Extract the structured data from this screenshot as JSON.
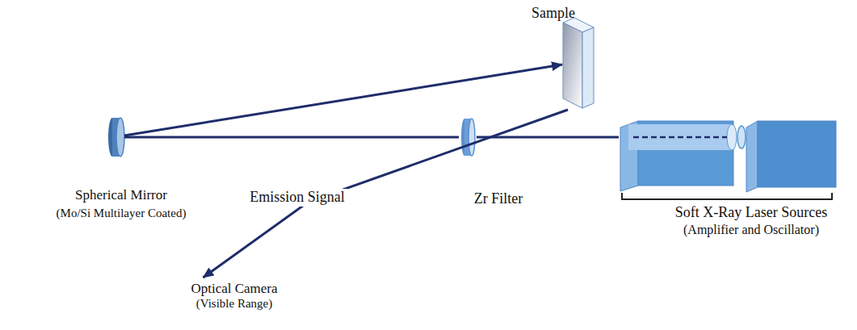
{
  "diagram": {
    "nodes": [
      {
        "text": [
          "Sample"
        ]
      },
      {
        "text": [
          "Spherical Mirror",
          "(Mo/Si Multilayer Coated)"
        ]
      },
      {
        "text": [
          "Zr Filter"
        ]
      },
      {
        "text": [
          "Soft X-Ray Laser Sources",
          "(Amplifier and Oscillator)"
        ]
      },
      {
        "text": [
          "Optical Camera",
          "(Visible Range)"
        ]
      }
    ],
    "edges": [
      {
        "from": 3,
        "to": 2,
        "arrow": "none"
      },
      {
        "from": 2,
        "to": 1,
        "arrow": "none"
      },
      {
        "from": 1,
        "to": 0,
        "arrow": "to"
      },
      {
        "from": 0,
        "to": 4,
        "label": "Emission Signal",
        "arrow": "to"
      }
    ]
  }
}
